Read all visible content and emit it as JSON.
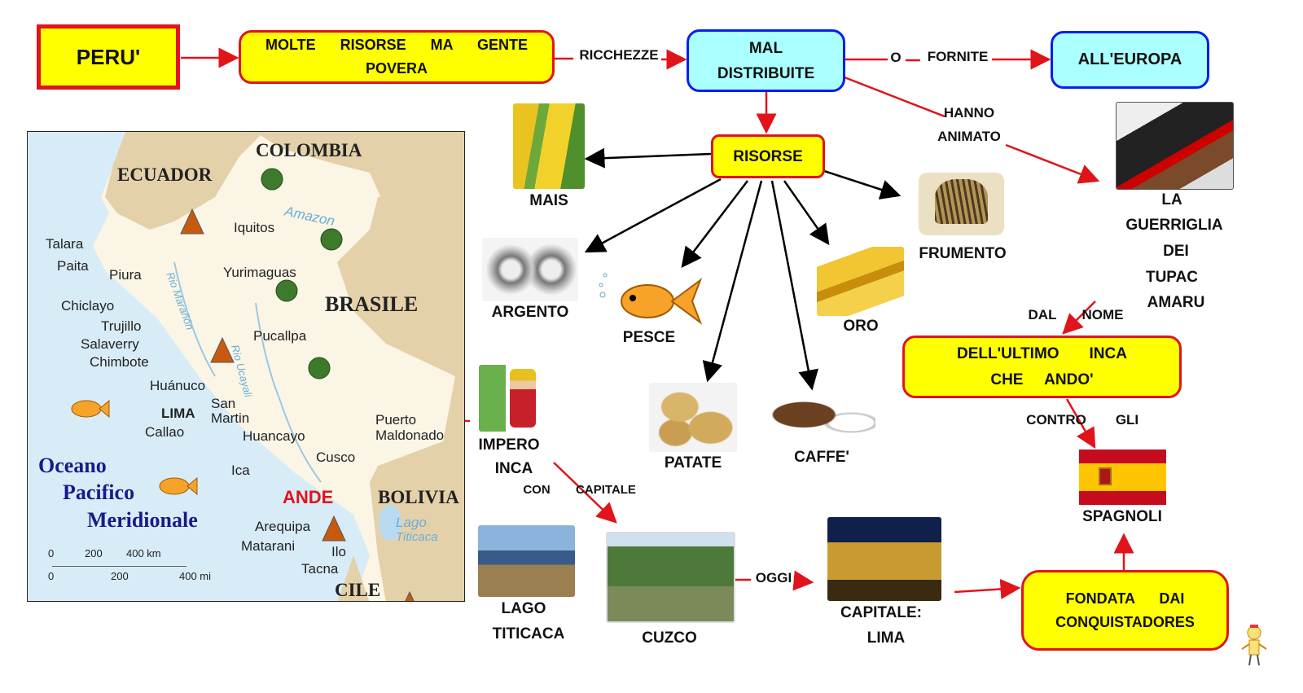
{
  "nodes": {
    "peru": "PERU'",
    "molte_risorse": [
      "MOLTE      RISORSE      MA      GENTE",
      "POVERA"
    ],
    "mal_distribuite": [
      "MAL",
      "DISTRIBUITE"
    ],
    "europa": "ALL'EUROPA",
    "risorse": "RISORSE",
    "ultimo_inca": [
      "DELL'ULTIMO       INCA",
      "CHE     ANDO'"
    ],
    "fondata": [
      "FONDATA      DAI",
      "CONQUISTADORES"
    ]
  },
  "links": {
    "ricchezze": "RICCHEZZE",
    "o": "O",
    "fornite": "FORNITE",
    "hanno": "HANNO",
    "animato": "ANIMATO",
    "dal": "DAL",
    "nome": "NOME",
    "contro": "CONTRO",
    "gli": "GLI",
    "con": "CON",
    "capitale": "CAPITALE",
    "oggi": "OGGI"
  },
  "images": {
    "mais": "MAIS",
    "argento": "ARGENTO",
    "pesce": "PESCE",
    "oro": "ORO",
    "frumento": "FRUMENTO",
    "patate": "PATATE",
    "caffe": "CAFFE'",
    "guerriglia": [
      "LA",
      "GUERRIGLIA",
      "DEI",
      "TUPAC",
      "AMARU"
    ],
    "impero": [
      "IMPERO",
      "INCA"
    ],
    "lago": [
      "LAGO",
      "TITICACA"
    ],
    "cuzco": "CUZCO",
    "lima": [
      "CAPITALE:",
      "LIMA"
    ],
    "spagnoli": "SPAGNOLI"
  },
  "map": {
    "countries": [
      "ECUADOR",
      "COLOMBIA",
      "BRASILE",
      "BOLIVIA",
      "CILE"
    ],
    "cities": [
      "Talara",
      "Paita",
      "Piura",
      "Chiclayo",
      "Trujillo",
      "Salaverry",
      "Chimbote",
      "Huánuco",
      "Callao",
      "San",
      "Martin",
      "Huancayo",
      "Iquitos",
      "Yurimaguas",
      "Pucallpa",
      "Puerto",
      "Maldonado",
      "Cusco",
      "Ica",
      "Arequipa",
      "Matarani",
      "Ilo",
      "Tacna"
    ],
    "capital": "LIMA",
    "rivers": [
      "Amazon",
      "Rio Marañón",
      "Rio Ucayali",
      "Lago",
      "Titicaca"
    ],
    "ocean": [
      "Oceano",
      "Pacifico",
      "Meridionale"
    ],
    "mountains": "ANDE",
    "scale_km": [
      "0",
      "200",
      "400 km"
    ],
    "scale_mi": [
      "0",
      "200",
      "400 mi"
    ]
  },
  "colors": {
    "yellow": "#ffff00",
    "red": "#e0141a",
    "cyan": "#aaffff",
    "blue": "#0a1ef0"
  }
}
